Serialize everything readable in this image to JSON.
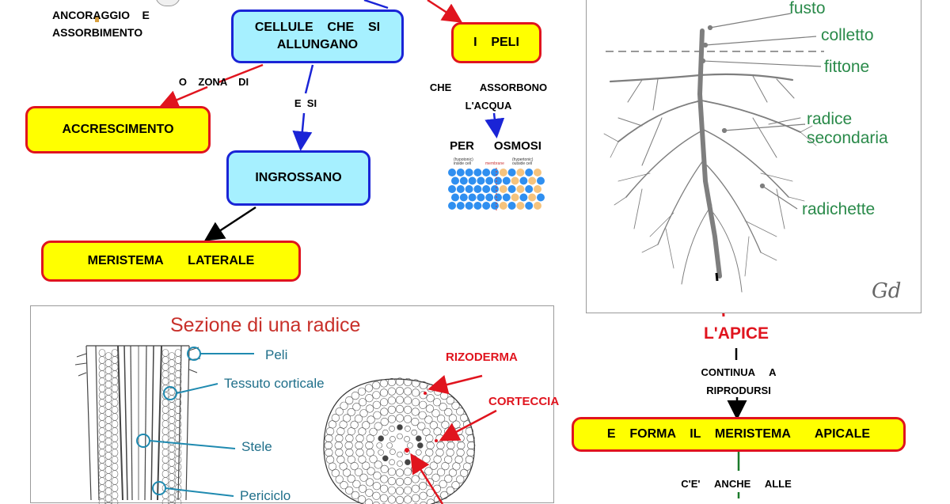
{
  "concept_map": {
    "anchoring": "ANCORAGGIO    E\nASSORBIMENTO",
    "cells_elongate": "CELLULE    CHE    SI\nALLUNGANO",
    "hairs": "I    PELI",
    "zone_label": "O    ZONA    DI",
    "growth": "ACCRESCIMENTO",
    "and_they": "E  SI",
    "thicken": "INGROSSANO",
    "lateral_meristem": "MERISTEMA       LATERALE",
    "absorb_water": "CHE          ASSORBONO\nL'ACQUA",
    "osmosis": "PER      OSMOSI",
    "apex": "L'APICE",
    "continues": "CONTINUA     A\nRIPRODURSI",
    "apical_meristem": "E    FORMA    IL    MERISTEMA       APICALE",
    "also_to": "C'E'     ANCHE     ALLE"
  },
  "osmosis_figure": {
    "left_caption": "(hypotonic)\ninside cell",
    "middle_caption": "membrane",
    "right_caption": "(hypertonic)\noutside cell"
  },
  "root_figure": {
    "labels": [
      "fusto",
      "colletto",
      "fittone",
      "radice\nsecondaria",
      "radichette"
    ],
    "signature": "Gd"
  },
  "section_figure": {
    "title": "Sezione di una radice",
    "labels": [
      "Peli",
      "Tessuto corticale",
      "Stele",
      "Periciclo"
    ],
    "red_labels": [
      "RIZODERMA",
      "CORTECCIA"
    ]
  },
  "colors": {
    "yellow_box": "#ffff00",
    "red_border": "#e0141e",
    "cyan_box": "#a6f0ff",
    "blue_border": "#1a24d6",
    "label_green": "#2a8a4a",
    "label_teal": "#1f6f8a"
  }
}
